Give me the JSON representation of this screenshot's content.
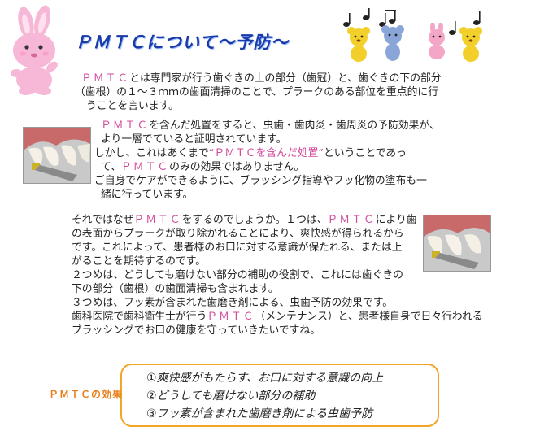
{
  "title": "ＰＭＴＣについて～予防～",
  "para1": {
    "hl": "ＰＭＴＣ",
    "line1_rest": "とは専門家が行う歯ぐきの上の部分（歯冠）と、歯ぐきの下の部分",
    "line2": "（歯根）の１～３ｍｍの歯面清掃のことで、プラークのある部位を重点的に行",
    "line3": "うことを言います。"
  },
  "para2": {
    "hl1": "ＰＭＴＣ",
    "line1_rest": "を含んだ処置をすると、虫歯・歯肉炎・歯周炎の予防効果が、",
    "line2": "より一層でていると証明されています。",
    "line3_a": "しかし、これはあくまで",
    "line3_q": "“ＰＭＴＣを含んだ処置”",
    "line3_b": "ということであっ",
    "line4_a": "て、",
    "line4_hl": "ＰＭＴＣ",
    "line4_b": "のみの効果ではありません。",
    "line5": "ご自身でケアができるように、ブラッシング指導やフッ化物の塗布も一",
    "line6": "緒に行っています。"
  },
  "para3": {
    "line1_a": "それではなぜ",
    "line1_hl": "ＰＭＴＣ",
    "line1_b": "をするのでしょうか。１つは、",
    "line1_hl2": "ＰＭＴＣ",
    "line1_c": "により歯",
    "line2": "の表面からプラークが取り除かれることにより、爽快感が得られるから",
    "line3": "です。これによって、患者様のお口に対する意識が保たれる、または上",
    "line4": "がることを期待するのです。",
    "line5": "２つめは、どうしても磨けない部分の補助の役割で、これには歯ぐきの",
    "line6": "下の部分（歯根）の歯面清掃も含まれます。",
    "line7": "３つめは、フッ素が含まれた歯磨き剤による、虫歯予防の効果です。",
    "line8_a": "歯科医院で歯科衛生士が行う",
    "line8_hl": "ＰＭＴＣ",
    "line8_b": "（メンテナンス）と、患者様自身で日々行われる",
    "line9": "ブラッシングでお口の健康を守っていきたいですね。"
  },
  "summary": {
    "label": "ＰＭＴＣの効果",
    "items": [
      "①爽快感がもたらす、お口に対する意識の向上",
      "②どうしても磨けない部分の補助",
      "③フッ素が含まれた歯磨き剤による虫歯予防"
    ]
  },
  "colors": {
    "title": "#1a3aa8",
    "highlight": "#d24a9a",
    "summary_border": "#f3a528",
    "summary_label": "#e8801a"
  },
  "icons": [
    "rabbit-mascot-icon",
    "music-notes-icon",
    "bear-mascot-icon",
    "dental-photo-icon"
  ]
}
